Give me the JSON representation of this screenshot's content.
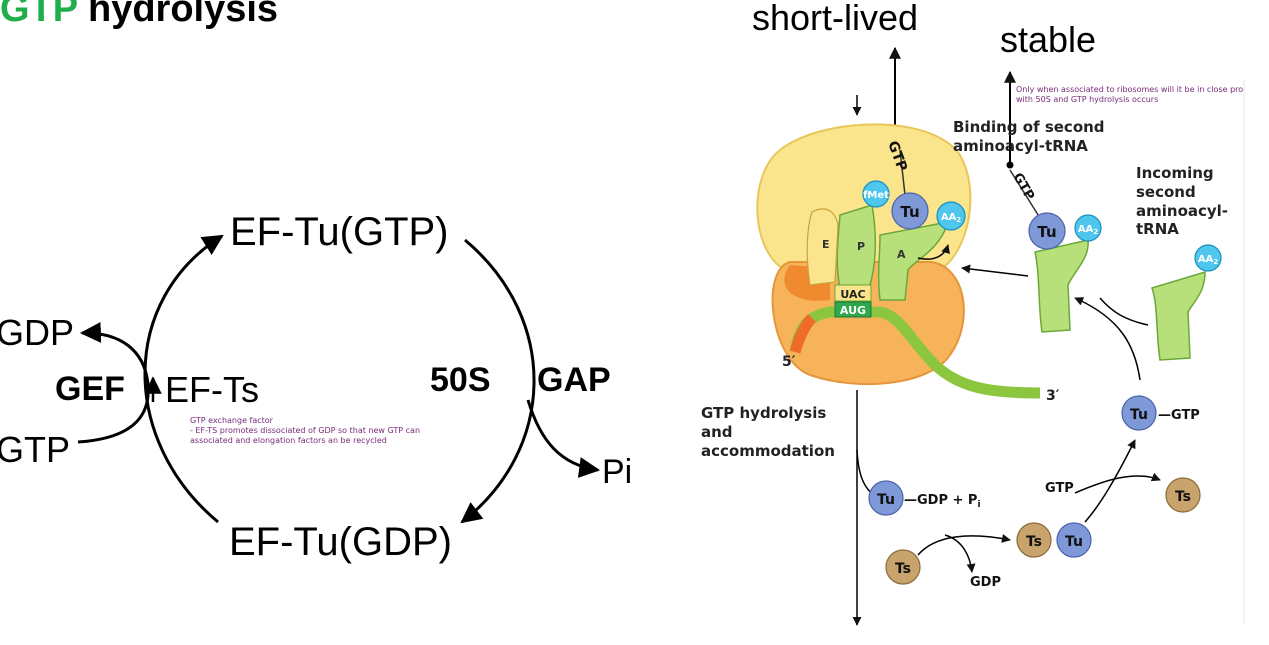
{
  "title": {
    "prefix": "GTP",
    "rest": " hydrolysis",
    "prefix_color": "#1fae4a"
  },
  "cycle": {
    "ef_tu_gtp": "EF-Tu(GTP)",
    "ef_tu_gdp": "EF-Tu(GDP)",
    "gdp": "GDP",
    "gtp": "GTP",
    "gef": "GEF",
    "ef_ts": "EF-Ts",
    "s50": "50S",
    "gap": "GAP",
    "pi": "Pi",
    "note_line1": "GTP exchange factor",
    "note_line2": "- EF-TS promotes dissociated of GDP so that new GTP can",
    "note_line3": "associated and elongation factors an be recycled"
  },
  "ribosome": {
    "short_lived": "short-lived",
    "stable": "stable",
    "stable_note1": "Only when associated to ribosomes will it be in close pro",
    "stable_note2": "with 50S and GTP hydrolysis occurs",
    "binding_line1": "Binding of second",
    "binding_line2": "aminoacyl-tRNA",
    "incoming_line1": "Incoming",
    "incoming_line2": "second",
    "incoming_line3": "aminoacyl-",
    "incoming_line4": "tRNA",
    "hydrolysis_line1": "GTP hydrolysis",
    "hydrolysis_line2": "and",
    "hydrolysis_line3": "accommodation",
    "gtp_label": "GTP",
    "gtp_label2": "GTP",
    "gtp_right": "—GTP",
    "gtp_mid": "GTP",
    "tu": "Tu",
    "ts": "Ts",
    "fmet": "fMet",
    "aa": "AA",
    "aa_sub": "2",
    "site_e": "E",
    "site_p": "P",
    "site_a": "A",
    "uac": "UAC",
    "aug": "AUG",
    "five_prime": "5′",
    "three_prime": "3′",
    "gdp_pi": "—GDP + P",
    "gdp_pi_sub": "i",
    "gdp_bottom": "GDP"
  },
  "colors": {
    "tu_blue": "#7f99d8",
    "ts_tan": "#c8a46c",
    "aa_cyan": "#4ec6ee",
    "trna_green": "#a6d86a",
    "ribo_yellow": "#fbe58c",
    "ribo_orange": "#f6b35a",
    "mrna_green": "#8cc63f"
  }
}
